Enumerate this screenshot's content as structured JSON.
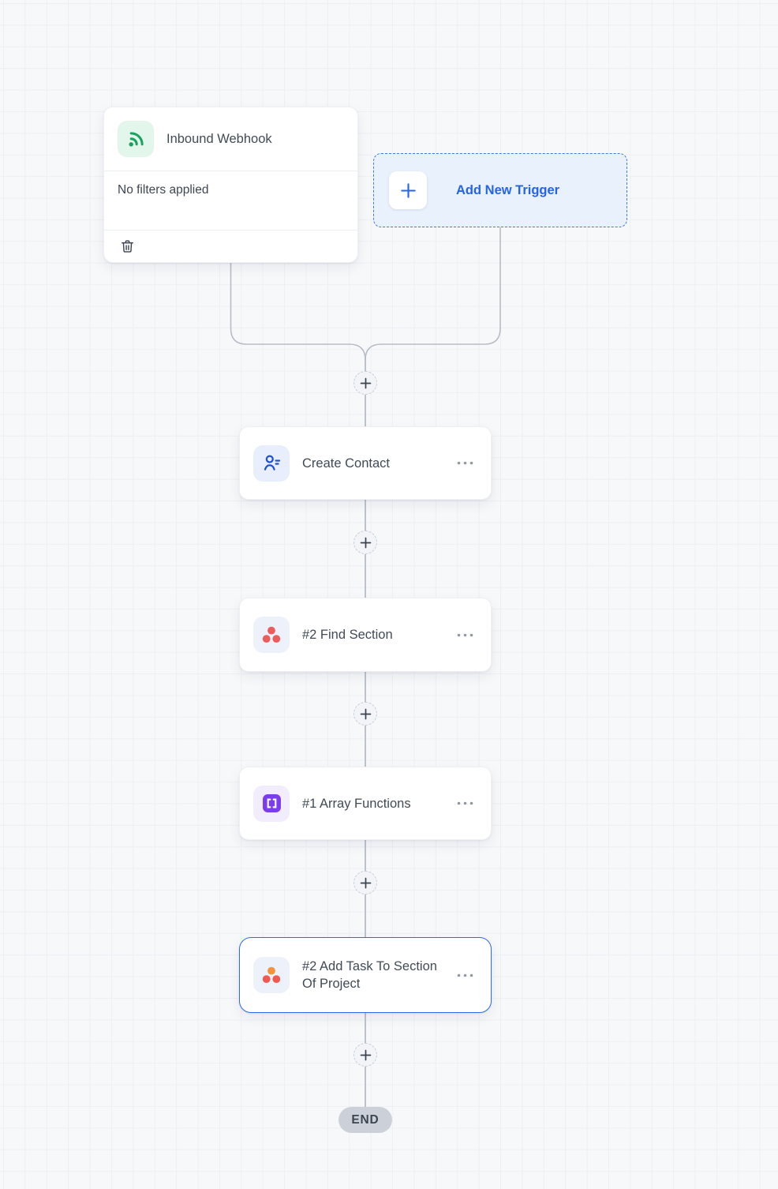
{
  "trigger_card": {
    "title": "Inbound Webhook",
    "filters_text": "No filters applied",
    "icon": "webhook-icon",
    "delete_icon": "trash-icon"
  },
  "add_trigger": {
    "label": "Add New Trigger",
    "icon": "plus-icon"
  },
  "nodes": [
    {
      "title": "Create Contact",
      "icon": "contact-icon",
      "selected": false
    },
    {
      "title": "#2 Find Section",
      "icon": "asana-icon",
      "selected": false
    },
    {
      "title": "#1 Array Functions",
      "icon": "array-brackets-icon",
      "selected": false
    },
    {
      "title": "#2 Add Task To Section Of Project",
      "icon": "asana-icon",
      "selected": true
    }
  ],
  "insert_step_buttons": {
    "count": 5,
    "icon": "plus-icon"
  },
  "end_badge": {
    "label": "END"
  },
  "colors": {
    "canvas_bg": "#f7f8fa",
    "grid_line": "#edeff4",
    "accent_blue": "#2563eb",
    "selected_border": "#2b6be8",
    "add_trigger_bg": "#e9f1fd",
    "webhook_green": "#18a15f",
    "contact_blue": "#1d4fd8",
    "asana_coral": "#ec5c5c",
    "asana_orange": "#f5923e",
    "array_purple": "#7b3cf0",
    "connector_gray": "#b7bdc6",
    "end_badge_bg": "#ccd1d9",
    "title_text": "#414a57"
  }
}
